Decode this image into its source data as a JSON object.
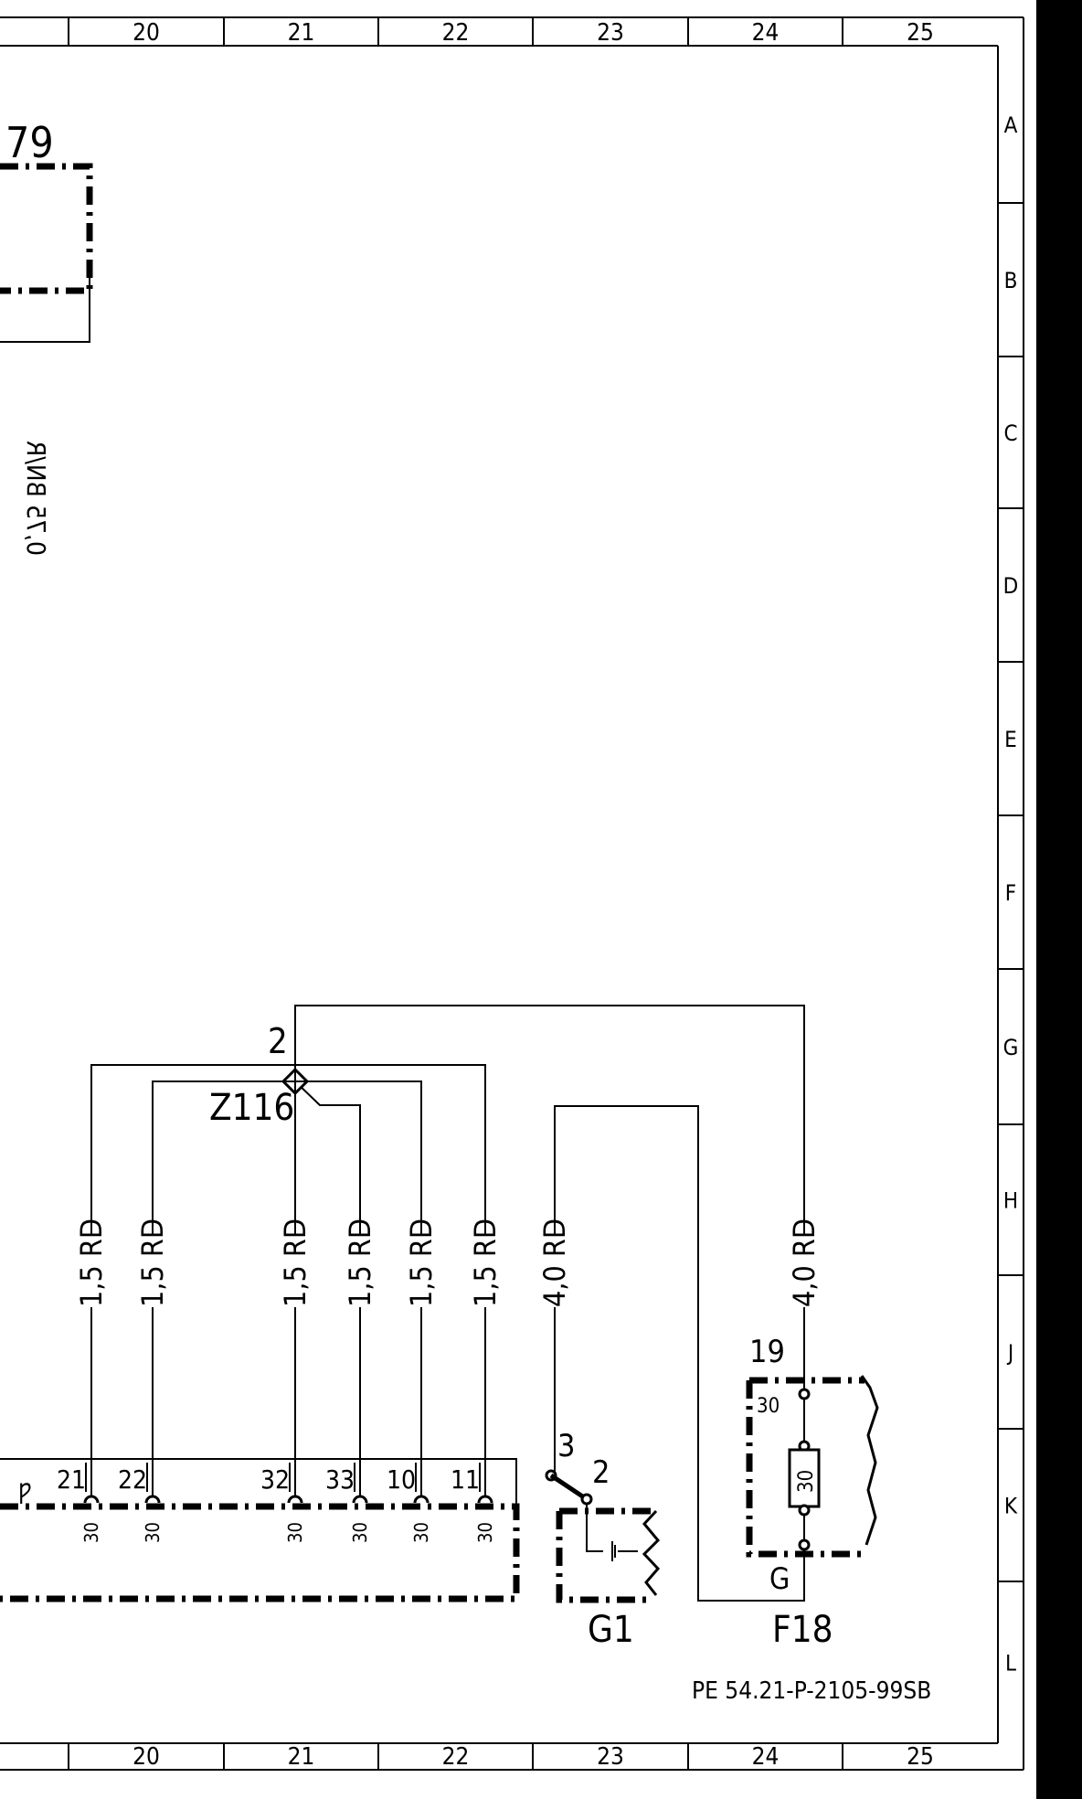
{
  "grid": {
    "columns": [
      "20",
      "21",
      "22",
      "23",
      "24",
      "25"
    ],
    "rows": [
      "A",
      "B",
      "C",
      "D",
      "E",
      "F",
      "G",
      "H",
      "J",
      "K",
      "L"
    ]
  },
  "fragments": {
    "top_left_number": "79",
    "side_text": "0,75 BN/R"
  },
  "splice": {
    "label": "Z116",
    "pin": "2"
  },
  "wires": [
    {
      "size": "1,5",
      "color": "RD"
    },
    {
      "size": "1,5",
      "color": "RD"
    },
    {
      "size": "1,5",
      "color": "RD"
    },
    {
      "size": "1,5",
      "color": "RD"
    },
    {
      "size": "1,5",
      "color": "RD"
    },
    {
      "size": "1,5",
      "color": "RD"
    },
    {
      "size": "4,0",
      "color": "RD"
    },
    {
      "size": "4,0",
      "color": "RD"
    }
  ],
  "connector": {
    "pins": [
      "21",
      "22",
      "32",
      "33",
      "10",
      "11"
    ],
    "terminal": "30"
  },
  "generator": {
    "label": "G1",
    "pin_a": "3",
    "pin_b": "2"
  },
  "fuse": {
    "label": "F18",
    "pin_top": "19",
    "pin_bottom": "G",
    "terminal": "30",
    "rating": "30"
  },
  "doc_ref": "PE 54.21-P-2105-99SB"
}
